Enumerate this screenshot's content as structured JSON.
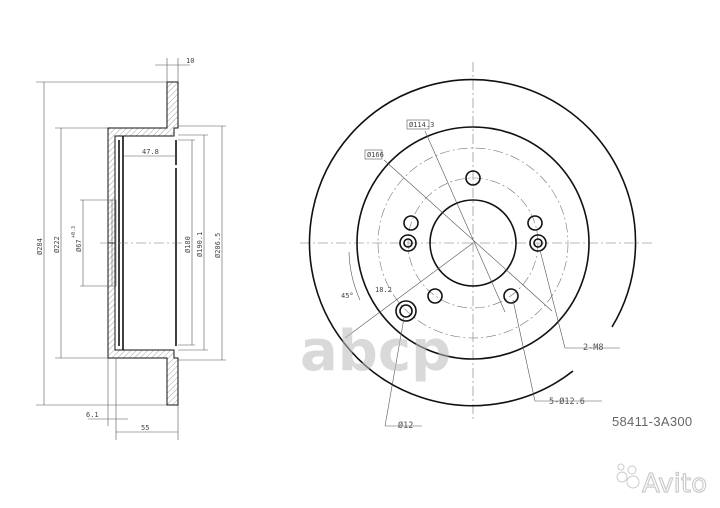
{
  "side_view": {
    "dims": {
      "width_10": "10",
      "d284": "Ø284",
      "d222": "Ø222",
      "d67": "Ø67",
      "d67_tol": "+0.3",
      "depth_47_8": "47.8",
      "d180": "Ø180",
      "d190_1": "Ø190.1",
      "d206_5": "Ø206.5",
      "t6_1": "6.1",
      "h55": "55"
    }
  },
  "front_view": {
    "dims": {
      "d114_3": "Ø114.3",
      "d166": "Ø166",
      "angle45": "45°",
      "d18_2": "18.2"
    },
    "callouts": {
      "threaded": "2-M8",
      "holes": "5-Ø12.6",
      "pin": "Ø12"
    }
  },
  "part_number": "58411-3A300",
  "watermarks": {
    "left": "abcp",
    "right": "Avito"
  }
}
